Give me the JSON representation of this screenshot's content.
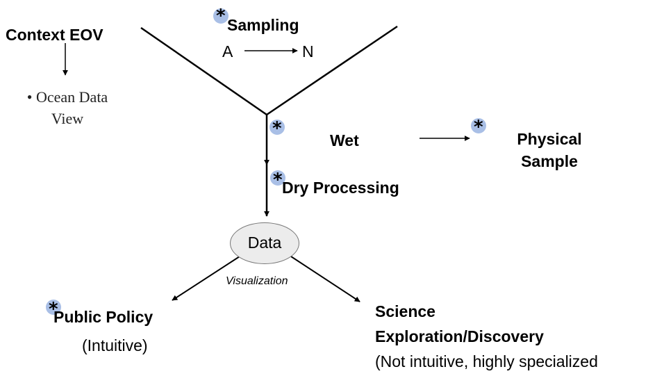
{
  "colors": {
    "line": "#000000",
    "asterisk_badge": "#a9bfe6",
    "data_ellipse_fill": "#ececec",
    "data_ellipse_stroke": "#777777"
  },
  "icons": {
    "asterisk": "asterisk-icon",
    "badge": "blue-circle-badge"
  },
  "labels": {
    "context_eov": "Context EOV",
    "ocean_data_view_line1": "• Ocean Data",
    "ocean_data_view_line2": "View",
    "sampling": "Sampling",
    "sampling_from": "A",
    "sampling_to": "N",
    "wet": "Wet",
    "physical_sample_line1": "Physical",
    "physical_sample_line2": "Sample",
    "dry_processing": "Dry Processing",
    "data": "Data",
    "visualization": "Visualization",
    "public_policy": "Public Policy",
    "public_policy_note": "(Intuitive)",
    "science": "Science",
    "science_sub": "Exploration/Discovery",
    "science_note": "(Not intuitive, highly specialized"
  },
  "asterisk_glyph": "*"
}
